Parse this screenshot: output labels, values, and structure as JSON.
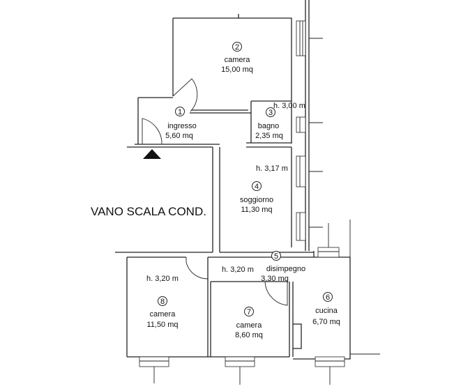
{
  "rooms": [
    {
      "num": "2",
      "name": "camera",
      "area": "15,00 mq"
    },
    {
      "num": "1",
      "name": "ingresso",
      "area": "5,60 mq"
    },
    {
      "num": "3",
      "name": "bagno",
      "area": "2,35 mq"
    },
    {
      "num": "4",
      "name": "soggiorno",
      "area": "11,30 mq"
    },
    {
      "num": "5",
      "name": "disimpegno",
      "area": "3,30 mq"
    },
    {
      "num": "6",
      "name": "cucina",
      "area": "6,70 mq"
    },
    {
      "num": "7",
      "name": "camera",
      "area": "8,60 mq"
    },
    {
      "num": "8",
      "name": "camera",
      "area": "11,50 mq"
    }
  ],
  "heights": {
    "bagno": "h. 3,00 m",
    "soggiorno": "h. 3,17 m",
    "disimpegno": "h. 3,20 m",
    "camera8": "h. 3,20 m"
  },
  "stair_label": "VANO SCALA COND."
}
